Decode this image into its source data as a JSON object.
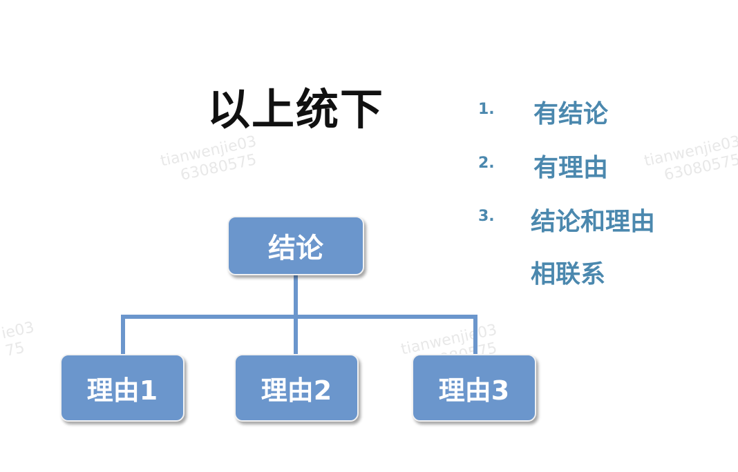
{
  "title": "以上统下",
  "diagram": {
    "root": "结论",
    "reasons": [
      "理由1",
      "理由2",
      "理由3"
    ]
  },
  "list": [
    {
      "num": "1.",
      "text": "有结论"
    },
    {
      "num": "2.",
      "text": "有理由"
    },
    {
      "num": "3.",
      "text": "结论和理由"
    },
    {
      "num": "",
      "text": "相联系"
    }
  ],
  "watermarks": [
    {
      "line1": "tianwenjie03",
      "line2": "63080575"
    },
    {
      "line1": "tianwenjie03",
      "line2": "63080575"
    },
    {
      "line1": "tianwenjie03",
      "line2": "63080575"
    },
    {
      "line1": "ie03",
      "line2": "75"
    }
  ],
  "colors": {
    "box_fill": "#6b96cc",
    "connector": "#6b96cc",
    "list_text": "#4b88ae",
    "title_text": "#111111"
  }
}
